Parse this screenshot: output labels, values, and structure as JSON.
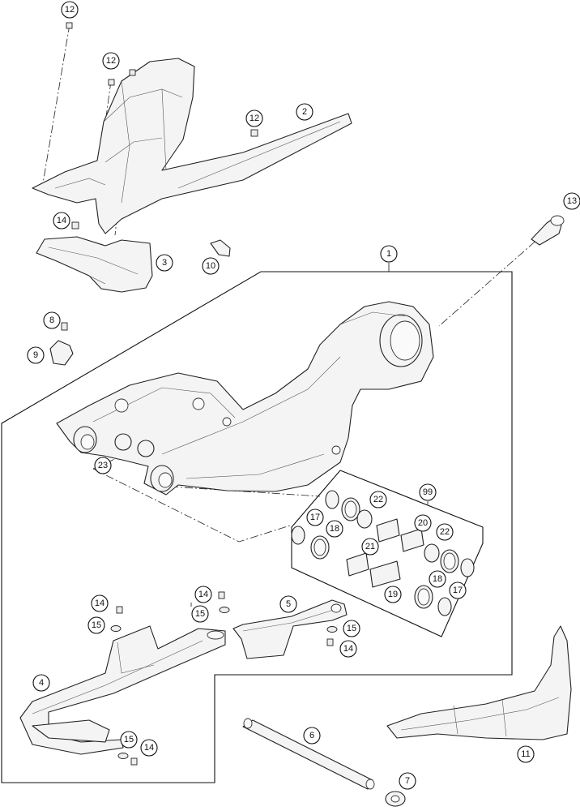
{
  "callouts": [
    {
      "id": "c12a",
      "label": "12"
    },
    {
      "id": "c12b",
      "label": "12"
    },
    {
      "id": "c12c",
      "label": "12"
    },
    {
      "id": "c2",
      "label": "2"
    },
    {
      "id": "c13",
      "label": "13"
    },
    {
      "id": "c14a",
      "label": "14"
    },
    {
      "id": "c3",
      "label": "3"
    },
    {
      "id": "c10",
      "label": "10"
    },
    {
      "id": "c1",
      "label": "1"
    },
    {
      "id": "c8",
      "label": "8"
    },
    {
      "id": "c9",
      "label": "9"
    },
    {
      "id": "c23",
      "label": "23"
    },
    {
      "id": "c99",
      "label": "99"
    },
    {
      "id": "c22a",
      "label": "22"
    },
    {
      "id": "c20",
      "label": "20"
    },
    {
      "id": "c22b",
      "label": "22"
    },
    {
      "id": "c17a",
      "label": "17"
    },
    {
      "id": "c18a",
      "label": "18"
    },
    {
      "id": "c21",
      "label": "21"
    },
    {
      "id": "c18b",
      "label": "18"
    },
    {
      "id": "c17b",
      "label": "17"
    },
    {
      "id": "c19",
      "label": "19"
    },
    {
      "id": "c14b",
      "label": "14"
    },
    {
      "id": "c15a",
      "label": "15"
    },
    {
      "id": "c14c",
      "label": "14"
    },
    {
      "id": "c15b",
      "label": "15"
    },
    {
      "id": "c5",
      "label": "5"
    },
    {
      "id": "c15c",
      "label": "15"
    },
    {
      "id": "c14d",
      "label": "14"
    },
    {
      "id": "c4",
      "label": "4"
    },
    {
      "id": "c6",
      "label": "6"
    },
    {
      "id": "c15d",
      "label": "15"
    },
    {
      "id": "c14e",
      "label": "14"
    },
    {
      "id": "c11",
      "label": "11"
    },
    {
      "id": "c7",
      "label": "7"
    }
  ]
}
